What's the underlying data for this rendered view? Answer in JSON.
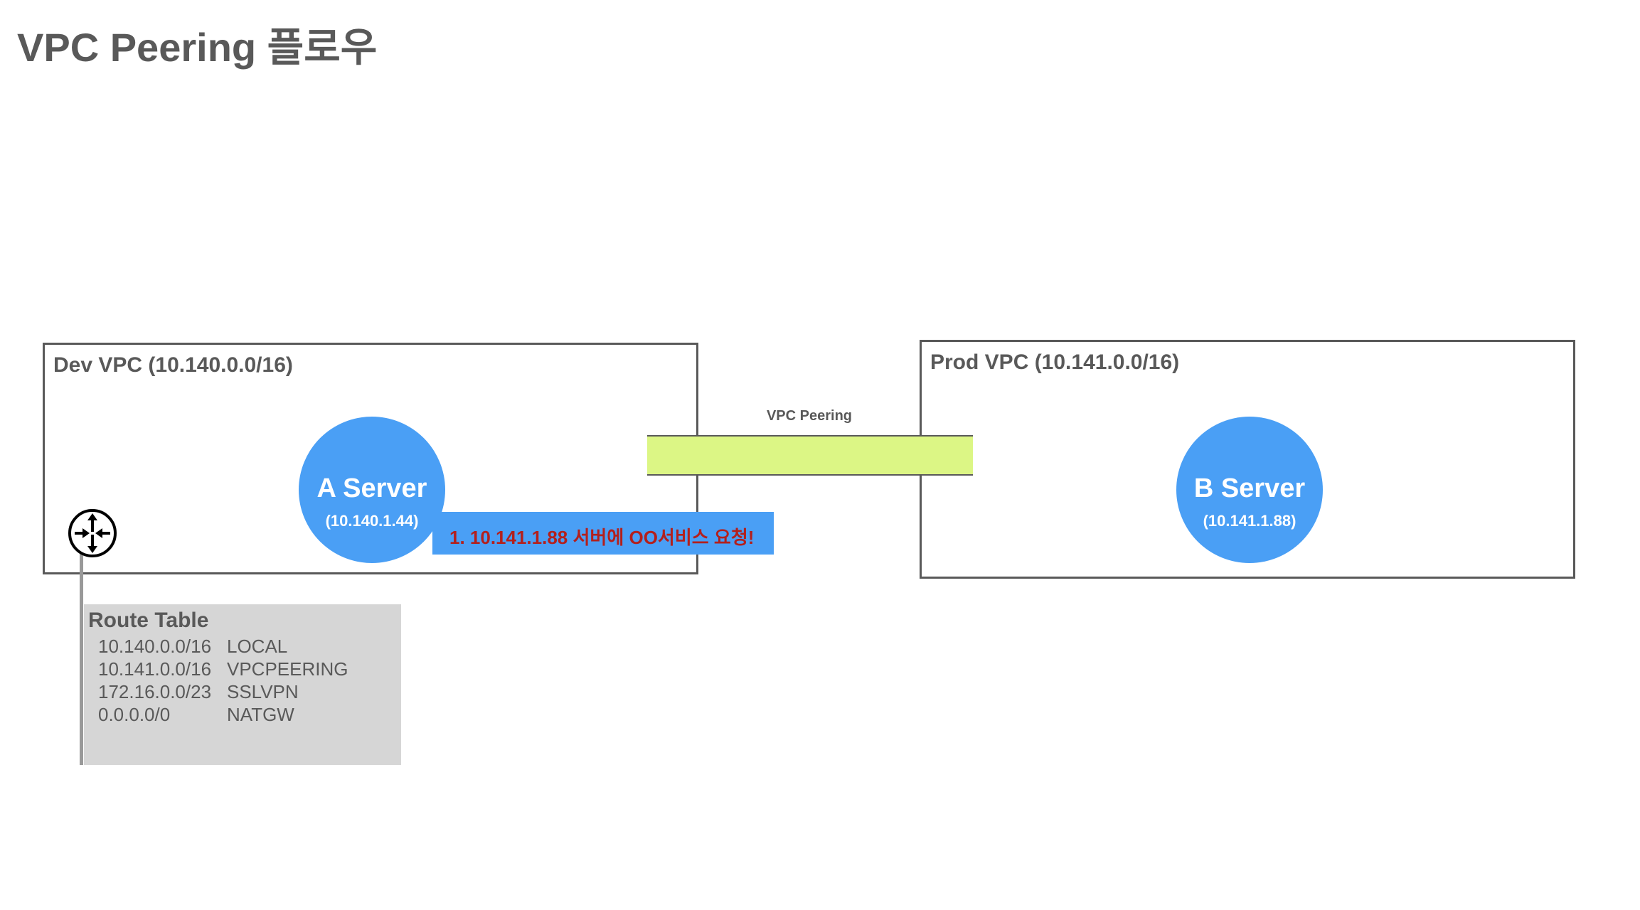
{
  "title": "VPC Peering 플로우",
  "colors": {
    "server": "#4a9ff5",
    "peering": "#dcf685",
    "border": "#595959",
    "route_table_bg": "#d6d6d6",
    "request_text": "#b3201d"
  },
  "dev_vpc": {
    "label": "Dev VPC (10.140.0.0/16)",
    "server": {
      "name": "A Server",
      "ip": "(10.140.1.44)"
    }
  },
  "prod_vpc": {
    "label": "Prod VPC (10.141.0.0/16)",
    "server": {
      "name": "B Server",
      "ip": "(10.141.1.88)"
    }
  },
  "peering": {
    "label": "VPC Peering"
  },
  "request": {
    "text": "1. 10.141.1.88 서버에 OO서비스 요청!"
  },
  "router": {
    "icon": "router-icon"
  },
  "route_table": {
    "title": "Route Table",
    "rows": [
      {
        "cidr": "10.140.0.0/16",
        "target": "LOCAL"
      },
      {
        "cidr": "10.141.0.0/16",
        "target": "VPCPEERING"
      },
      {
        "cidr": "172.16.0.0/23",
        "target": "SSLVPN"
      },
      {
        "cidr": "0.0.0.0/0",
        "target": "NATGW"
      }
    ]
  }
}
